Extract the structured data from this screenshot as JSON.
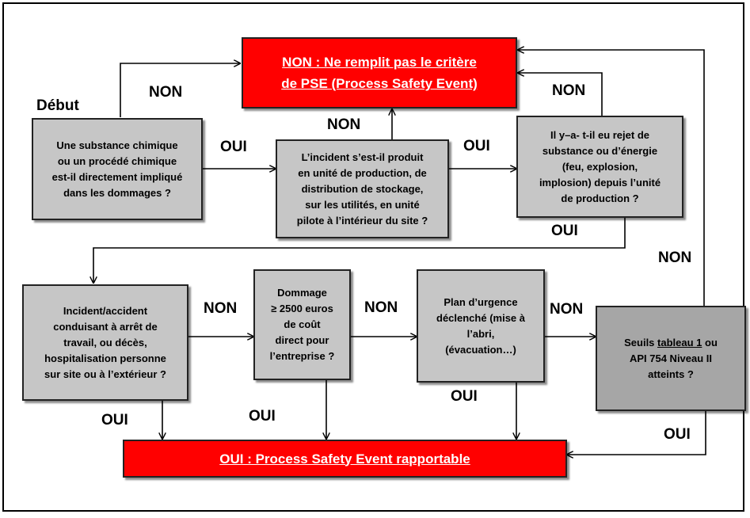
{
  "start_label": "Début",
  "boxes": {
    "non_pse": "NON : Ne remplit pas le critère\nde PSE (Process Safety Event)",
    "q1": "Une substance chimique\nou un procédé chimique\nest-il directement impliqué\ndans les dommages ?",
    "q2": "L’incident s’est-il produit\nen unité de production, de\ndistribution de stockage,\nsur les utilités, en unité\npilote à l’intérieur du site ?",
    "q3": "Il y–a- t-il eu rejet de\nsubstance ou d’énergie\n(feu, explosion,\nimplosion) depuis l’unité\nde production ?",
    "q4": "Incident/accident\nconduisant à arrêt de\ntravail, ou décès,\nhospitalisation personne\nsur site ou à l’extérieur ?",
    "q5": "Dommage\n≥ 2500 euros\nde coût\ndirect pour\nl’entreprise ?",
    "q6": "Plan d’urgence\ndéclenché (mise à\nl’abri,\n(évacuation…)",
    "q7_prefix": "Seuils ",
    "q7_link": "tableau 1",
    "q7_suffix": " ou\nAPI 754 Niveau II\natteints ?",
    "oui_pse": "OUI : Process Safety Event rapportable"
  },
  "edge_labels": {
    "non_q1": "NON",
    "oui_q1": "OUI",
    "non_q2": "NON",
    "oui_q2": "OUI",
    "non_q3": "NON",
    "oui_q3": "OUI",
    "non_q4": "NON",
    "oui_q4": "OUI",
    "non_q5": "NON",
    "oui_q5": "OUI",
    "non_q6": "NON",
    "oui_q6": "OUI",
    "non_q7": "NON",
    "oui_q7": "OUI"
  }
}
